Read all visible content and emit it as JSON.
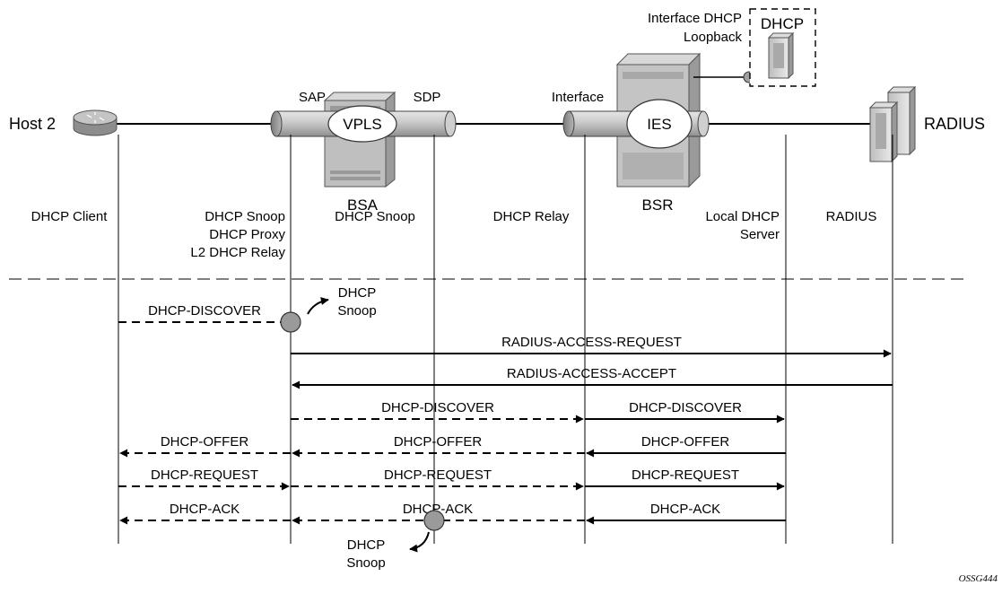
{
  "nodes": {
    "host": "Host 2",
    "sap": "SAP",
    "sdp": "SDP",
    "vpls": "VPLS",
    "bsa": "BSA",
    "interface": "Interface",
    "ies": "IES",
    "bsr": "BSR",
    "interface_dhcp": "Interface DHCP",
    "loopback": "Loopback",
    "dhcp_box": "DHCP",
    "radius": "RADIUS"
  },
  "lanes": [
    {
      "id": "client",
      "lines": [
        "DHCP Client"
      ]
    },
    {
      "id": "bsa-sap",
      "lines": [
        "DHCP Snoop",
        "DHCP Proxy",
        "L2 DHCP Relay"
      ]
    },
    {
      "id": "bsa-sdp",
      "lines": [
        "DHCP Snoop"
      ]
    },
    {
      "id": "relay",
      "lines": [
        "DHCP Relay"
      ]
    },
    {
      "id": "server",
      "lines": [
        "Local DHCP",
        "Server"
      ]
    },
    {
      "id": "radius",
      "lines": [
        "RADIUS"
      ]
    }
  ],
  "messages": [
    {
      "label": "DHCP-DISCOVER",
      "from": "client",
      "to": "bsa-sap",
      "style": "dashed"
    },
    {
      "label": "RADIUS-ACCESS-REQUEST",
      "from": "bsa-sap",
      "to": "radius",
      "style": "solid"
    },
    {
      "label": "RADIUS-ACCESS-ACCEPT",
      "from": "radius",
      "to": "bsa-sap",
      "style": "solid"
    },
    {
      "label": "DHCP-DISCOVER",
      "from": "bsa-sap",
      "to": "relay",
      "style": "dashed"
    },
    {
      "label": "DHCP-DISCOVER",
      "from": "relay",
      "to": "server",
      "style": "solid"
    },
    {
      "label": "DHCP-OFFER",
      "from": "bsa-sap",
      "to": "client",
      "style": "dashed"
    },
    {
      "label": "DHCP-OFFER",
      "from": "relay",
      "to": "bsa-sap",
      "style": "dashed"
    },
    {
      "label": "DHCP-OFFER",
      "from": "server",
      "to": "relay",
      "style": "solid"
    },
    {
      "label": "DHCP-REQUEST",
      "from": "client",
      "to": "bsa-sap",
      "style": "dashed"
    },
    {
      "label": "DHCP-REQUEST",
      "from": "bsa-sap",
      "to": "relay",
      "style": "dashed"
    },
    {
      "label": "DHCP-REQUEST",
      "from": "relay",
      "to": "server",
      "style": "solid"
    },
    {
      "label": "DHCP-ACK",
      "from": "bsa-sap",
      "to": "client",
      "style": "dashed"
    },
    {
      "label": "DHCP-ACK",
      "from": "relay",
      "to": "bsa-sap",
      "style": "dashed"
    },
    {
      "label": "DHCP-ACK",
      "from": "server",
      "to": "relay",
      "style": "solid"
    }
  ],
  "snoop_notes": [
    {
      "lines": [
        "DHCP",
        "Snoop"
      ],
      "lane": "bsa-sap"
    },
    {
      "lines": [
        "DHCP",
        "Snoop"
      ],
      "lane": "bsa-sdp"
    }
  ],
  "caption": "OSSG444"
}
